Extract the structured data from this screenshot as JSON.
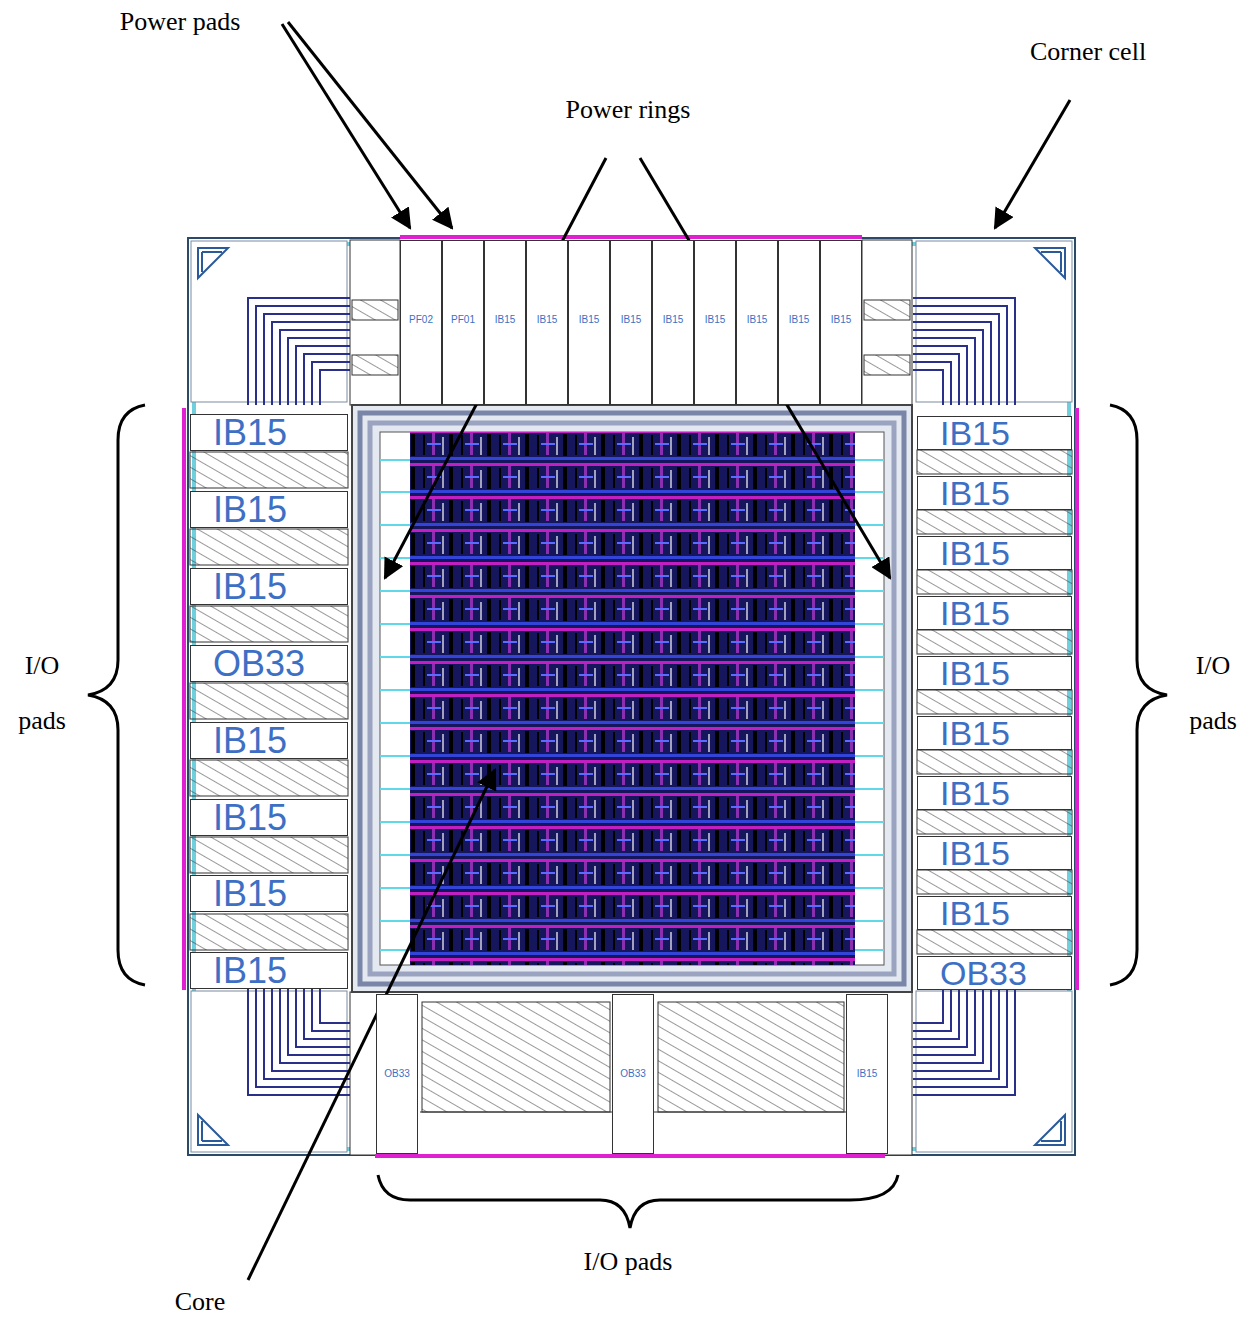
{
  "diagram": {
    "nodes": [
      {
        "text": [
          "PF02"
        ]
      },
      {
        "text": [
          "PF01"
        ]
      },
      {
        "text": [
          "IB15"
        ]
      },
      {
        "text": [
          "IB15"
        ]
      },
      {
        "text": [
          "IB15"
        ]
      },
      {
        "text": [
          "IB15"
        ]
      },
      {
        "text": [
          "IB15"
        ]
      },
      {
        "text": [
          "IB15"
        ]
      },
      {
        "text": [
          "IB15"
        ]
      },
      {
        "text": [
          "IB15"
        ]
      },
      {
        "text": [
          "IB15"
        ]
      },
      {
        "text": [
          "IB15"
        ]
      },
      {
        "text": [
          "IB15"
        ]
      },
      {
        "text": [
          "IB15"
        ]
      },
      {
        "text": [
          "OB33"
        ]
      },
      {
        "text": [
          "IB15"
        ]
      },
      {
        "text": [
          "IB15"
        ]
      },
      {
        "text": [
          "IB15"
        ]
      },
      {
        "text": [
          "IB15"
        ]
      },
      {
        "text": [
          "IB15"
        ]
      },
      {
        "text": [
          "IB15"
        ]
      },
      {
        "text": [
          "IB15"
        ]
      },
      {
        "text": [
          "IB15"
        ]
      },
      {
        "text": [
          "IB15"
        ]
      },
      {
        "text": [
          "IB15"
        ]
      },
      {
        "text": [
          "IB15"
        ]
      },
      {
        "text": [
          "IB15"
        ]
      },
      {
        "text": [
          "IB15"
        ]
      },
      {
        "text": [
          "OB33"
        ]
      },
      {
        "text": [
          "OB33"
        ]
      },
      {
        "text": [
          "OB33"
        ]
      },
      {
        "text": [
          "IB15"
        ]
      }
    ],
    "labels": [
      "Power pads",
      "Corner cell",
      "Power rings",
      "I/O pads",
      "I/O pads",
      "I/O pads",
      "Core"
    ]
  }
}
